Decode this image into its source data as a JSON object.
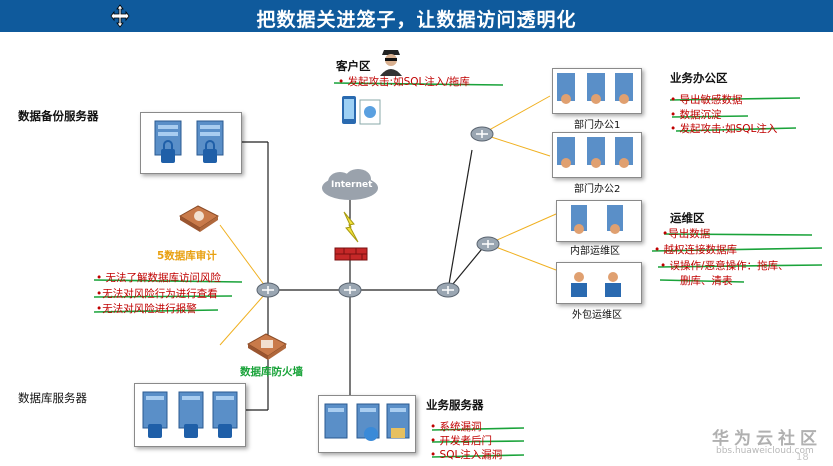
{
  "title": "把数据关进笼子，让数据访问透明化",
  "backup": {
    "label": "数据备份服务器"
  },
  "audit": {
    "label": "5数据库审计",
    "risks": [
      "• 无法了解数据库访问风险",
      "•无法对风险行为进行查看",
      "•无法对风险进行报警"
    ]
  },
  "firewall": {
    "label": "数据库防火墙"
  },
  "db_servers": {
    "label": "数据库服务器"
  },
  "client": {
    "label": "客户区",
    "risk": "• 发起攻击:如SQL注入/拖库"
  },
  "internet": {
    "label": "Internet"
  },
  "office": {
    "label": "业务办公区",
    "dept1": "部门办公1",
    "dept2": "部门办公2",
    "risks": [
      "• 导出敏感数据",
      "• 数据沉淀",
      "• 发起攻击:如SQL注入"
    ]
  },
  "ops": {
    "label": "运维区",
    "internal": "内部运维区",
    "external": "外包运维区",
    "risks": [
      "•导出数据",
      "• 越权连接数据库",
      "• 误操作/恶意操作：拖库、",
      "删库、清表"
    ]
  },
  "biz": {
    "label": "业务服务器",
    "risks": [
      "• 系统漏洞",
      "• 开发者后门",
      "• SQL注入漏洞"
    ]
  },
  "watermark": {
    "brand": "华为云社区",
    "url": "bbs.huaweicloud.com",
    "page": "18"
  },
  "colors": {
    "title_bg": "#0f5a9c",
    "risk_text": "#c00000",
    "strike": "#1aa33a",
    "link_orange": "#f0b020"
  }
}
